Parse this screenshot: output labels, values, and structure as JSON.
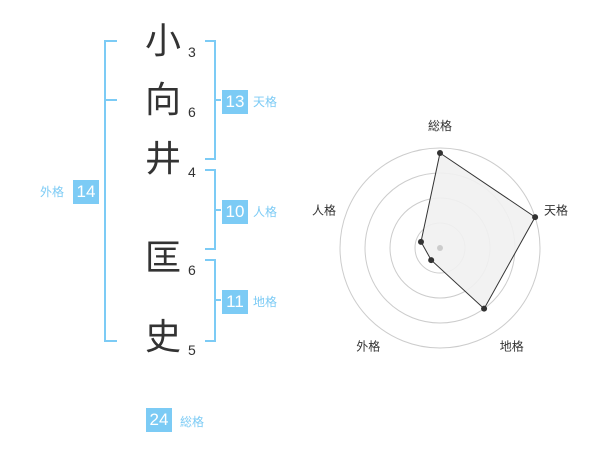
{
  "name": {
    "characters": [
      {
        "char": "小",
        "strokes": "3"
      },
      {
        "char": "向",
        "strokes": "6"
      },
      {
        "char": "井",
        "strokes": "4"
      },
      {
        "char": "匡",
        "strokes": "6"
      },
      {
        "char": "史",
        "strokes": "5"
      }
    ]
  },
  "scores": {
    "tenkaku": {
      "value": "13",
      "label": "天格"
    },
    "jinkaku": {
      "value": "10",
      "label": "人格"
    },
    "chikaku": {
      "value": "11",
      "label": "地格"
    },
    "gaikaku": {
      "value": "14",
      "label": "外格"
    },
    "soukaku": {
      "value": "24",
      "label": "総格"
    }
  },
  "chart_data": {
    "type": "radar",
    "axes": [
      "総格",
      "天格",
      "地格",
      "外格",
      "人格"
    ],
    "values": [
      0.95,
      1.0,
      0.75,
      0.15,
      0.2
    ],
    "range": [
      0,
      1
    ],
    "rings": 4,
    "colors": {
      "accent": "#7ccbf5",
      "fill": "#f1f1f1",
      "grid": "#cccccc",
      "line": "#333333"
    }
  }
}
